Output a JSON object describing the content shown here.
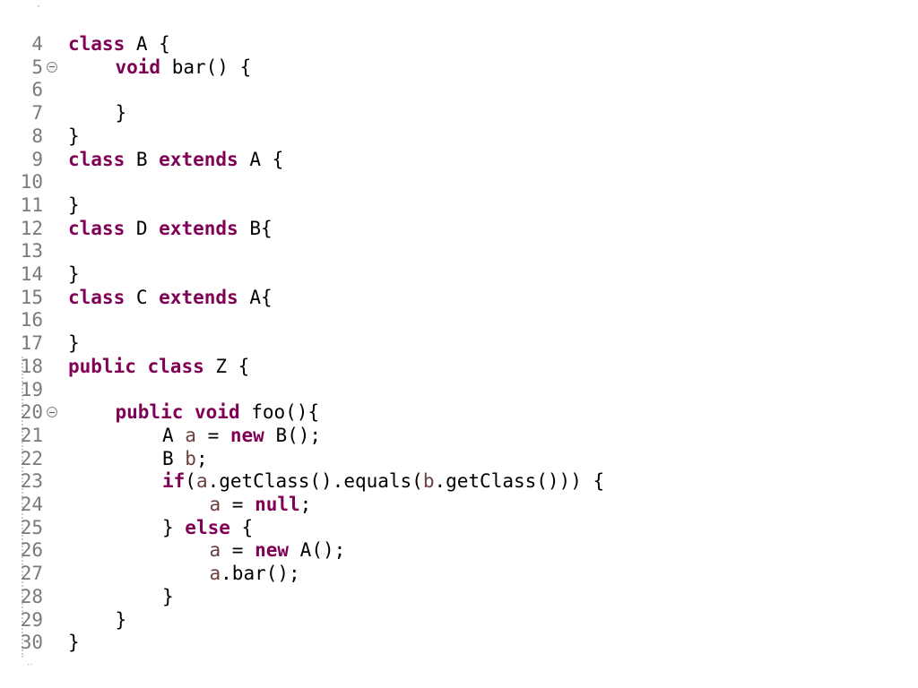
{
  "editor": {
    "lines": [
      {
        "num": "4",
        "fold": false,
        "indent": 0,
        "tokens": [
          {
            "t": "class",
            "k": "kw"
          },
          {
            "t": " A {",
            "k": "txt"
          }
        ]
      },
      {
        "num": "5",
        "fold": true,
        "indent": 1,
        "tokens": [
          {
            "t": "void",
            "k": "kw"
          },
          {
            "t": " bar() {",
            "k": "txt"
          }
        ]
      },
      {
        "num": "6",
        "fold": false,
        "indent": 0,
        "tokens": []
      },
      {
        "num": "7",
        "fold": false,
        "indent": 1,
        "tokens": [
          {
            "t": "}",
            "k": "txt"
          }
        ]
      },
      {
        "num": "8",
        "fold": false,
        "indent": 0,
        "tokens": [
          {
            "t": "}",
            "k": "txt"
          }
        ]
      },
      {
        "num": "9",
        "fold": false,
        "indent": 0,
        "tokens": [
          {
            "t": "class",
            "k": "kw"
          },
          {
            "t": " B ",
            "k": "txt"
          },
          {
            "t": "extends",
            "k": "kw"
          },
          {
            "t": " A {",
            "k": "txt"
          }
        ]
      },
      {
        "num": "10",
        "fold": false,
        "indent": 0,
        "tokens": []
      },
      {
        "num": "11",
        "fold": false,
        "indent": 0,
        "tokens": [
          {
            "t": "}",
            "k": "txt"
          }
        ]
      },
      {
        "num": "12",
        "fold": false,
        "indent": 0,
        "tokens": [
          {
            "t": "class",
            "k": "kw"
          },
          {
            "t": " D ",
            "k": "txt"
          },
          {
            "t": "extends",
            "k": "kw"
          },
          {
            "t": " B{",
            "k": "txt"
          }
        ]
      },
      {
        "num": "13",
        "fold": false,
        "indent": 0,
        "tokens": []
      },
      {
        "num": "14",
        "fold": false,
        "indent": 0,
        "tokens": [
          {
            "t": "}",
            "k": "txt"
          }
        ]
      },
      {
        "num": "15",
        "fold": false,
        "indent": 0,
        "tokens": [
          {
            "t": "class",
            "k": "kw"
          },
          {
            "t": " C ",
            "k": "txt"
          },
          {
            "t": "extends",
            "k": "kw"
          },
          {
            "t": " A{",
            "k": "txt"
          }
        ]
      },
      {
        "num": "16",
        "fold": false,
        "indent": 0,
        "tokens": []
      },
      {
        "num": "17",
        "fold": false,
        "indent": 0,
        "tokens": [
          {
            "t": "}",
            "k": "txt"
          }
        ]
      },
      {
        "num": "18",
        "fold": false,
        "indent": 0,
        "tokens": [
          {
            "t": "public",
            "k": "kw"
          },
          {
            "t": " ",
            "k": "txt"
          },
          {
            "t": "class",
            "k": "kw"
          },
          {
            "t": " Z {",
            "k": "txt"
          }
        ]
      },
      {
        "num": "19",
        "fold": false,
        "indent": 0,
        "tokens": []
      },
      {
        "num": "20",
        "fold": true,
        "indent": 1,
        "tokens": [
          {
            "t": "public",
            "k": "kw"
          },
          {
            "t": " ",
            "k": "txt"
          },
          {
            "t": "void",
            "k": "kw"
          },
          {
            "t": " foo(){",
            "k": "txt"
          }
        ]
      },
      {
        "num": "21",
        "fold": false,
        "indent": 2,
        "tokens": [
          {
            "t": "A ",
            "k": "txt"
          },
          {
            "t": "a",
            "k": "var"
          },
          {
            "t": " = ",
            "k": "txt"
          },
          {
            "t": "new",
            "k": "kw"
          },
          {
            "t": " B();",
            "k": "txt"
          }
        ]
      },
      {
        "num": "22",
        "fold": false,
        "indent": 2,
        "tokens": [
          {
            "t": "B ",
            "k": "txt"
          },
          {
            "t": "b",
            "k": "var"
          },
          {
            "t": ";",
            "k": "txt"
          }
        ]
      },
      {
        "num": "23",
        "fold": false,
        "indent": 2,
        "tokens": [
          {
            "t": "if",
            "k": "kw"
          },
          {
            "t": "(",
            "k": "txt"
          },
          {
            "t": "a",
            "k": "var"
          },
          {
            "t": ".getClass().equals(",
            "k": "txt"
          },
          {
            "t": "b",
            "k": "var"
          },
          {
            "t": ".getClass())) {",
            "k": "txt"
          }
        ]
      },
      {
        "num": "24",
        "fold": false,
        "indent": 3,
        "tokens": [
          {
            "t": "a",
            "k": "var"
          },
          {
            "t": " = ",
            "k": "txt"
          },
          {
            "t": "null",
            "k": "kw"
          },
          {
            "t": ";",
            "k": "txt"
          }
        ]
      },
      {
        "num": "25",
        "fold": false,
        "indent": 2,
        "tokens": [
          {
            "t": "} ",
            "k": "txt"
          },
          {
            "t": "else",
            "k": "kw"
          },
          {
            "t": " {",
            "k": "txt"
          }
        ]
      },
      {
        "num": "26",
        "fold": false,
        "indent": 3,
        "tokens": [
          {
            "t": "a",
            "k": "var"
          },
          {
            "t": " = ",
            "k": "txt"
          },
          {
            "t": "new",
            "k": "kw"
          },
          {
            "t": " A();",
            "k": "txt"
          }
        ]
      },
      {
        "num": "27",
        "fold": false,
        "indent": 3,
        "tokens": [
          {
            "t": "a",
            "k": "var"
          },
          {
            "t": ".bar();",
            "k": "txt"
          }
        ]
      },
      {
        "num": "28",
        "fold": false,
        "indent": 2,
        "tokens": [
          {
            "t": "}",
            "k": "txt"
          }
        ]
      },
      {
        "num": "29",
        "fold": false,
        "indent": 1,
        "tokens": [
          {
            "t": "}",
            "k": "txt"
          }
        ]
      },
      {
        "num": "30",
        "fold": false,
        "indent": 0,
        "tokens": [
          {
            "t": "}",
            "k": "txt"
          }
        ]
      }
    ]
  },
  "colors": {
    "keyword": "#7f0055",
    "local_variable": "#6a3e3e",
    "line_number": "#7a7a7a",
    "text": "#000000"
  },
  "icons": {
    "fold_marker": "collapse-minus-icon"
  }
}
